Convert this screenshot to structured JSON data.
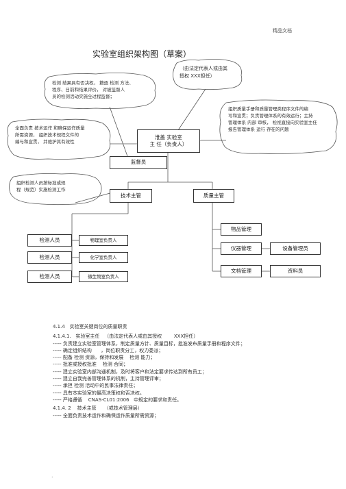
{
  "header": {
    "mark": "精品文档"
  },
  "title": "实验室组织架构图（草案）",
  "callouts": {
    "top_center": "（由法定代表人或由其\n授权  XXX担任）",
    "left_top": "检测 结果具有否决权，  籍逐 检测 方法、\n程序、日前和结果评价，  对被监督人\n员的检测活动实施全过程监督；",
    "left_mid": "全面负责  技术运作  和确保运作质量\n所需资源，  组织技术规程文件的\n编与和宣贯，  并维护其有效性",
    "left_low": "组织检测人员按标准或规\n程（规范）实施检测工作",
    "right": "组织质量手册和质量管理类程序文件的编\n写和宣贯；负责管理体系的有效运行；主持\n管理体系  内部 审核，  检视直接向实验室主任\n报告管理体系  运行 存在的问题"
  },
  "boxes": {
    "director_line1": "淮盖 实验室",
    "director_line2": "主   任（负责人）",
    "supervisor": "监督员",
    "tech_lead": "技术主管",
    "quality_lead": "质量主管",
    "inspector_1": "检测人员",
    "inspector_2": "检测人员",
    "inspector_3": "检测人员",
    "room_1": "物理室负责人",
    "room_2": "化学室负责人",
    "room_3": "微生物室负责人",
    "goods": "物品管理",
    "instrument": "仪器管理",
    "equipment": "设备管理员",
    "document": "文档管理",
    "archive": "资料员"
  },
  "text_lines": [
    "4.1.4   实验室关键岗位的质量职责",
    "4.1.4.1.   实验室主任   （由法定代表人或由其授权        XXX担任）",
    "----- 负责建立实验室管理体系，制定质量方针、质量目标，批准发布质量手册和程序文件；",
    "----- 确定组织结构      ，岗位职责分工，权力委派；",
    "----- 配备 检测 资源，保持和发展    检测 能力；",
    "----- 批准或授权批准    检测 合同；",
    "----- 建立实验室内部沟通机制，及时将客户和法定要求传达到所有员工；",
    "----- 建立自我完善管理体系的机制，主持管理评审；",
    "----- 承担 检测 活动中的民事法律责任；",
    "----- 具有本实验室的最高决策权和否决权。",
    "----- 严格遵循    CNAS-CL01:2006   中规定的要求和责任。",
    "",
    "4.1.4. 2    技术主管     （或技术管理层）",
    "----- 全面负责技术运作和确保运作质量所需资源；"
  ],
  "footer": {
    "mark": "."
  }
}
